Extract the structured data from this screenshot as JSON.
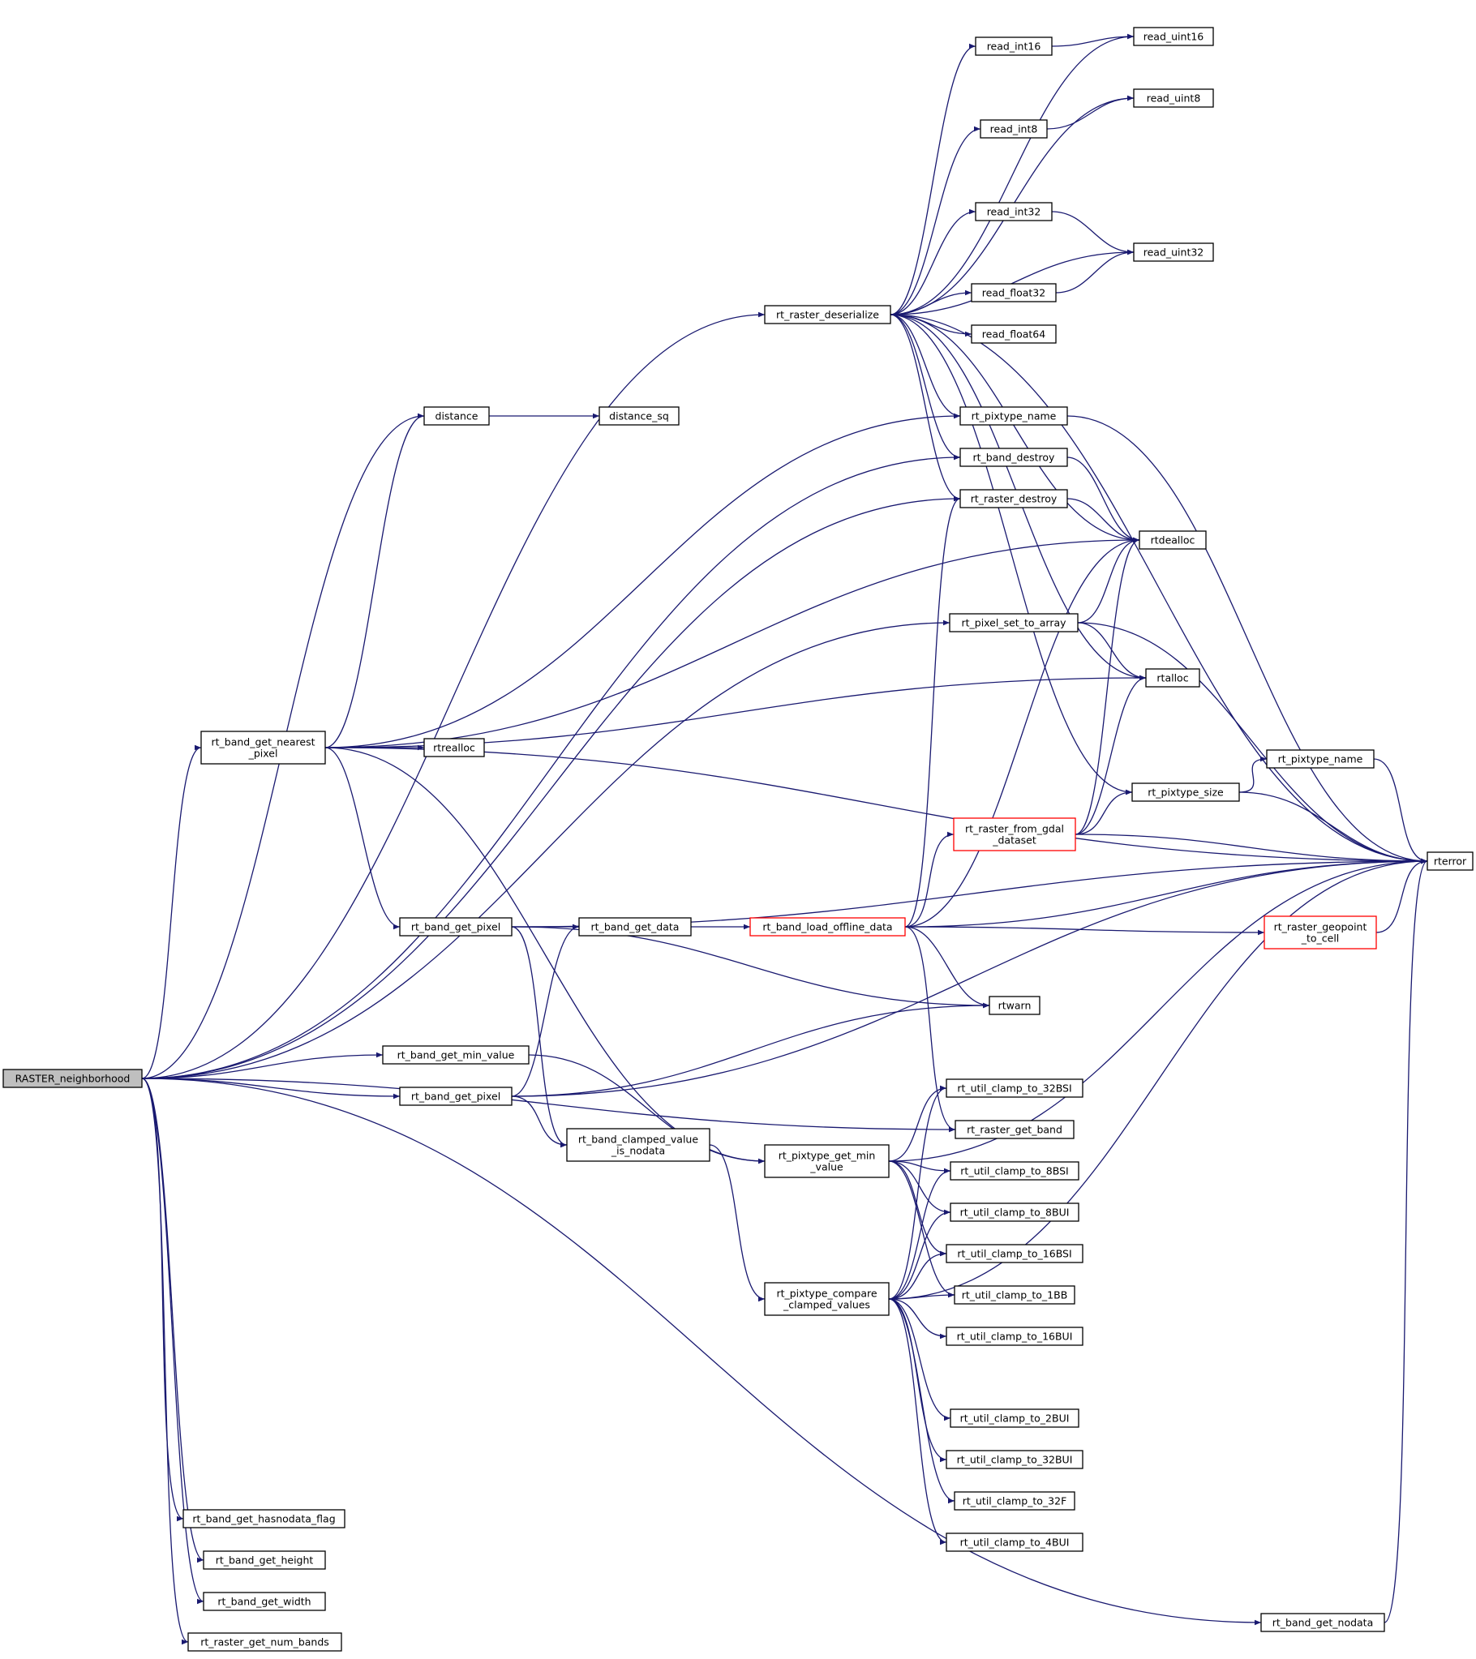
{
  "graph": {
    "nodes": [
      {
        "id": "RASTER_neighborhood",
        "lines": [
          "RASTER_neighborhood"
        ],
        "style": "root"
      },
      {
        "id": "rt_raster_deserialize",
        "lines": [
          "rt_raster_deserialize"
        ],
        "style": "normal"
      },
      {
        "id": "read_int16",
        "lines": [
          "read_int16"
        ],
        "style": "normal"
      },
      {
        "id": "read_uint16",
        "lines": [
          "read_uint16"
        ],
        "style": "normal"
      },
      {
        "id": "read_uint8",
        "lines": [
          "read_uint8"
        ],
        "style": "normal"
      },
      {
        "id": "read_int8",
        "lines": [
          "read_int8"
        ],
        "style": "normal"
      },
      {
        "id": "read_int32",
        "lines": [
          "read_int32"
        ],
        "style": "normal"
      },
      {
        "id": "read_uint32",
        "lines": [
          "read_uint32"
        ],
        "style": "normal"
      },
      {
        "id": "read_float32",
        "lines": [
          "read_float32"
        ],
        "style": "normal"
      },
      {
        "id": "read_float64",
        "lines": [
          "read_float64"
        ],
        "style": "normal"
      },
      {
        "id": "distance",
        "lines": [
          "distance"
        ],
        "style": "normal"
      },
      {
        "id": "distance_sq",
        "lines": [
          "distance_sq"
        ],
        "style": "normal"
      },
      {
        "id": "rt_pixtype_name_a",
        "lines": [
          "rt_pixtype_name"
        ],
        "style": "normal"
      },
      {
        "id": "rt_band_destroy",
        "lines": [
          "rt_band_destroy"
        ],
        "style": "normal"
      },
      {
        "id": "rt_raster_destroy",
        "lines": [
          "rt_raster_destroy"
        ],
        "style": "normal"
      },
      {
        "id": "rtdealloc",
        "lines": [
          "rtdealloc"
        ],
        "style": "normal"
      },
      {
        "id": "rt_pixel_set_to_array",
        "lines": [
          "rt_pixel_set_to_array"
        ],
        "style": "normal"
      },
      {
        "id": "rtalloc",
        "lines": [
          "rtalloc"
        ],
        "style": "normal"
      },
      {
        "id": "rt_band_get_nearest_pixel",
        "lines": [
          "rt_band_get_nearest",
          "_pixel"
        ],
        "style": "normal"
      },
      {
        "id": "rtrealloc",
        "lines": [
          "rtrealloc"
        ],
        "style": "normal"
      },
      {
        "id": "rt_pixtype_name_b",
        "lines": [
          "rt_pixtype_name"
        ],
        "style": "normal"
      },
      {
        "id": "rt_pixtype_size",
        "lines": [
          "rt_pixtype_size"
        ],
        "style": "normal"
      },
      {
        "id": "rt_raster_from_gdal_dataset",
        "lines": [
          "rt_raster_from_gdal",
          "_dataset"
        ],
        "style": "red"
      },
      {
        "id": "rterror",
        "lines": [
          "rterror"
        ],
        "style": "normal"
      },
      {
        "id": "rt_band_get_pixel_a",
        "lines": [
          "rt_band_get_pixel"
        ],
        "style": "normal"
      },
      {
        "id": "rt_band_get_data",
        "lines": [
          "rt_band_get_data"
        ],
        "style": "normal"
      },
      {
        "id": "rt_band_load_offline_data",
        "lines": [
          "rt_band_load_offline_data"
        ],
        "style": "red"
      },
      {
        "id": "rt_raster_geopoint_to_cell",
        "lines": [
          "rt_raster_geopoint",
          "_to_cell"
        ],
        "style": "red"
      },
      {
        "id": "rtwarn",
        "lines": [
          "rtwarn"
        ],
        "style": "normal"
      },
      {
        "id": "rt_band_get_min_value",
        "lines": [
          "rt_band_get_min_value"
        ],
        "style": "normal"
      },
      {
        "id": "rt_band_get_pixel_b",
        "lines": [
          "rt_band_get_pixel"
        ],
        "style": "normal"
      },
      {
        "id": "rt_util_clamp_to_32BSI",
        "lines": [
          "rt_util_clamp_to_32BSI"
        ],
        "style": "normal"
      },
      {
        "id": "rt_raster_get_band",
        "lines": [
          "rt_raster_get_band"
        ],
        "style": "normal"
      },
      {
        "id": "rt_band_clamped_value_is_nodata",
        "lines": [
          "rt_band_clamped_value",
          "_is_nodata"
        ],
        "style": "normal"
      },
      {
        "id": "rt_pixtype_get_min_value",
        "lines": [
          "rt_pixtype_get_min",
          "_value"
        ],
        "style": "normal"
      },
      {
        "id": "rt_util_clamp_to_8BSI",
        "lines": [
          "rt_util_clamp_to_8BSI"
        ],
        "style": "normal"
      },
      {
        "id": "rt_util_clamp_to_8BUI",
        "lines": [
          "rt_util_clamp_to_8BUI"
        ],
        "style": "normal"
      },
      {
        "id": "rt_util_clamp_to_16BSI",
        "lines": [
          "rt_util_clamp_to_16BSI"
        ],
        "style": "normal"
      },
      {
        "id": "rt_pixtype_compare_clamped_values",
        "lines": [
          "rt_pixtype_compare",
          "_clamped_values"
        ],
        "style": "normal"
      },
      {
        "id": "rt_util_clamp_to_1BB",
        "lines": [
          "rt_util_clamp_to_1BB"
        ],
        "style": "normal"
      },
      {
        "id": "rt_util_clamp_to_16BUI",
        "lines": [
          "rt_util_clamp_to_16BUI"
        ],
        "style": "normal"
      },
      {
        "id": "rt_util_clamp_to_2BUI",
        "lines": [
          "rt_util_clamp_to_2BUI"
        ],
        "style": "normal"
      },
      {
        "id": "rt_util_clamp_to_32BUI",
        "lines": [
          "rt_util_clamp_to_32BUI"
        ],
        "style": "normal"
      },
      {
        "id": "rt_util_clamp_to_32F",
        "lines": [
          "rt_util_clamp_to_32F"
        ],
        "style": "normal"
      },
      {
        "id": "rt_util_clamp_to_4BUI",
        "lines": [
          "rt_util_clamp_to_4BUI"
        ],
        "style": "normal"
      },
      {
        "id": "rt_band_get_hasnodata_flag",
        "lines": [
          "rt_band_get_hasnodata_flag"
        ],
        "style": "normal"
      },
      {
        "id": "rt_band_get_height",
        "lines": [
          "rt_band_get_height"
        ],
        "style": "normal"
      },
      {
        "id": "rt_band_get_width",
        "lines": [
          "rt_band_get_width"
        ],
        "style": "normal"
      },
      {
        "id": "rt_raster_get_num_bands",
        "lines": [
          "rt_raster_get_num_bands"
        ],
        "style": "normal"
      },
      {
        "id": "rt_band_get_nodata",
        "lines": [
          "rt_band_get_nodata"
        ],
        "style": "normal"
      }
    ],
    "edges": [
      [
        "RASTER_neighborhood",
        "rt_raster_deserialize"
      ],
      [
        "RASTER_neighborhood",
        "distance"
      ],
      [
        "RASTER_neighborhood",
        "rt_band_destroy"
      ],
      [
        "RASTER_neighborhood",
        "rt_raster_destroy"
      ],
      [
        "RASTER_neighborhood",
        "rt_pixel_set_to_array"
      ],
      [
        "RASTER_neighborhood",
        "rt_band_get_nearest_pixel"
      ],
      [
        "RASTER_neighborhood",
        "rt_band_get_min_value"
      ],
      [
        "RASTER_neighborhood",
        "rt_band_get_pixel_b"
      ],
      [
        "RASTER_neighborhood",
        "rt_raster_get_band"
      ],
      [
        "RASTER_neighborhood",
        "rt_band_get_hasnodata_flag"
      ],
      [
        "RASTER_neighborhood",
        "rt_band_get_height"
      ],
      [
        "RASTER_neighborhood",
        "rt_band_get_width"
      ],
      [
        "RASTER_neighborhood",
        "rt_raster_get_num_bands"
      ],
      [
        "RASTER_neighborhood",
        "rt_band_get_nodata"
      ],
      [
        "rt_raster_deserialize",
        "read_int16"
      ],
      [
        "rt_raster_deserialize",
        "read_uint16"
      ],
      [
        "rt_raster_deserialize",
        "read_uint8"
      ],
      [
        "rt_raster_deserialize",
        "read_int8"
      ],
      [
        "rt_raster_deserialize",
        "rterror"
      ],
      [
        "rt_raster_deserialize",
        "read_int32"
      ],
      [
        "rt_raster_deserialize",
        "read_uint32"
      ],
      [
        "rt_raster_deserialize",
        "read_float32"
      ],
      [
        "rt_raster_deserialize",
        "read_float64"
      ],
      [
        "rt_raster_deserialize",
        "rtdealloc"
      ],
      [
        "rt_raster_deserialize",
        "rt_pixtype_name_a"
      ],
      [
        "rt_raster_deserialize",
        "rt_band_destroy"
      ],
      [
        "rt_raster_deserialize",
        "rt_raster_destroy"
      ],
      [
        "rt_raster_deserialize",
        "rtalloc"
      ],
      [
        "rt_raster_deserialize",
        "rt_pixtype_size"
      ],
      [
        "read_int16",
        "read_uint16"
      ],
      [
        "read_int8",
        "read_uint8"
      ],
      [
        "read_int32",
        "read_uint32"
      ],
      [
        "read_float32",
        "read_uint32"
      ],
      [
        "distance",
        "distance_sq"
      ],
      [
        "rt_pixtype_name_a",
        "rterror"
      ],
      [
        "rt_band_destroy",
        "rtdealloc"
      ],
      [
        "rt_raster_destroy",
        "rtdealloc"
      ],
      [
        "rt_pixel_set_to_array",
        "rtdealloc"
      ],
      [
        "rt_pixel_set_to_array",
        "rtalloc"
      ],
      [
        "rt_pixel_set_to_array",
        "rterror"
      ],
      [
        "rt_band_get_nearest_pixel",
        "distance"
      ],
      [
        "rt_band_get_nearest_pixel",
        "rt_pixtype_name_a"
      ],
      [
        "rt_band_get_nearest_pixel",
        "rtdealloc"
      ],
      [
        "rt_band_get_nearest_pixel",
        "rtalloc"
      ],
      [
        "rt_band_get_nearest_pixel",
        "rtrealloc"
      ],
      [
        "rt_band_get_nearest_pixel",
        "rterror"
      ],
      [
        "rt_band_get_nearest_pixel",
        "rt_band_get_pixel_a"
      ],
      [
        "rt_band_get_nearest_pixel",
        "rt_pixtype_get_min_value"
      ],
      [
        "rt_pixtype_name_b",
        "rterror"
      ],
      [
        "rt_pixtype_size",
        "rt_pixtype_name_b"
      ],
      [
        "rt_pixtype_size",
        "rterror"
      ],
      [
        "rt_raster_from_gdal_dataset",
        "rtdealloc"
      ],
      [
        "rt_raster_from_gdal_dataset",
        "rtalloc"
      ],
      [
        "rt_raster_from_gdal_dataset",
        "rt_pixtype_size"
      ],
      [
        "rt_raster_from_gdal_dataset",
        "rterror"
      ],
      [
        "rt_band_get_pixel_a",
        "rterror"
      ],
      [
        "rt_band_get_pixel_a",
        "rt_band_get_data"
      ],
      [
        "rt_band_get_pixel_a",
        "rtwarn"
      ],
      [
        "rt_band_get_pixel_a",
        "rt_band_clamped_value_is_nodata"
      ],
      [
        "rt_band_get_data",
        "rt_band_load_offline_data"
      ],
      [
        "rt_band_load_offline_data",
        "rt_raster_destroy"
      ],
      [
        "rt_band_load_offline_data",
        "rtdealloc"
      ],
      [
        "rt_band_load_offline_data",
        "rt_raster_from_gdal_dataset"
      ],
      [
        "rt_band_load_offline_data",
        "rt_raster_geopoint_to_cell"
      ],
      [
        "rt_band_load_offline_data",
        "rterror"
      ],
      [
        "rt_band_load_offline_data",
        "rtwarn"
      ],
      [
        "rt_band_load_offline_data",
        "rt_raster_get_band"
      ],
      [
        "rt_raster_geopoint_to_cell",
        "rterror"
      ],
      [
        "rt_band_get_min_value",
        "rt_pixtype_get_min_value"
      ],
      [
        "rt_band_get_pixel_b",
        "rt_band_get_data"
      ],
      [
        "rt_band_get_pixel_b",
        "rtwarn"
      ],
      [
        "rt_band_get_pixel_b",
        "rt_band_clamped_value_is_nodata"
      ],
      [
        "rt_band_get_pixel_b",
        "rterror"
      ],
      [
        "rt_band_clamped_value_is_nodata",
        "rt_pixtype_compare_clamped_values"
      ],
      [
        "rt_pixtype_get_min_value",
        "rterror"
      ],
      [
        "rt_pixtype_get_min_value",
        "rt_util_clamp_to_32BSI"
      ],
      [
        "rt_pixtype_get_min_value",
        "rt_util_clamp_to_8BSI"
      ],
      [
        "rt_pixtype_get_min_value",
        "rt_util_clamp_to_8BUI"
      ],
      [
        "rt_pixtype_get_min_value",
        "rt_util_clamp_to_16BSI"
      ],
      [
        "rt_pixtype_get_min_value",
        "rt_util_clamp_to_1BB"
      ],
      [
        "rt_pixtype_compare_clamped_values",
        "rt_util_clamp_to_32BSI"
      ],
      [
        "rt_pixtype_compare_clamped_values",
        "rt_util_clamp_to_8BSI"
      ],
      [
        "rt_pixtype_compare_clamped_values",
        "rt_util_clamp_to_8BUI"
      ],
      [
        "rt_pixtype_compare_clamped_values",
        "rt_util_clamp_to_16BSI"
      ],
      [
        "rt_pixtype_compare_clamped_values",
        "rt_util_clamp_to_1BB"
      ],
      [
        "rt_pixtype_compare_clamped_values",
        "rt_util_clamp_to_16BUI"
      ],
      [
        "rt_pixtype_compare_clamped_values",
        "rterror"
      ],
      [
        "rt_pixtype_compare_clamped_values",
        "rt_util_clamp_to_2BUI"
      ],
      [
        "rt_pixtype_compare_clamped_values",
        "rt_util_clamp_to_32BUI"
      ],
      [
        "rt_pixtype_compare_clamped_values",
        "rt_util_clamp_to_32F"
      ],
      [
        "rt_pixtype_compare_clamped_values",
        "rt_util_clamp_to_4BUI"
      ],
      [
        "rt_band_get_nodata",
        "rterror"
      ]
    ]
  },
  "colors": {
    "edge": "#191970",
    "root_fill": "#bfbfbf",
    "node_fill": "#ffffff",
    "node_border": "#000000",
    "red_border": "#ff0000"
  }
}
